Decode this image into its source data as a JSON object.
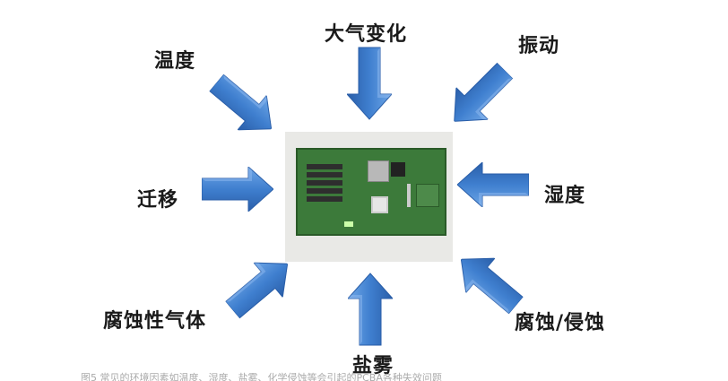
{
  "diagram": {
    "center": {
      "label": "PCB circuit board photo",
      "description": "green printed circuit board"
    },
    "factors": [
      {
        "id": "temperature",
        "label": "温度",
        "direction": "down-right"
      },
      {
        "id": "atmospheric-change",
        "label": "大气变化",
        "direction": "down"
      },
      {
        "id": "vibration",
        "label": "振动",
        "direction": "down-left"
      },
      {
        "id": "migration",
        "label": "迁移",
        "direction": "right"
      },
      {
        "id": "humidity",
        "label": "湿度",
        "direction": "left"
      },
      {
        "id": "corrosive-gas",
        "label": "腐蚀性气体",
        "direction": "up-right"
      },
      {
        "id": "corrosion-erosion",
        "label": "腐蚀/侵蚀",
        "direction": "up-left"
      },
      {
        "id": "salt-spray",
        "label": "盐雾",
        "direction": "up"
      }
    ],
    "colors": {
      "arrow": "#3f7fcf",
      "arrow_dark": "#2a5ea8",
      "arrow_light": "#7fb0e8",
      "text": "#1a1a1a"
    },
    "caption": "图5 常见的环境因素如温度、湿度、盐雾、化学侵蚀等会引起的PCBA各种失效问题"
  }
}
